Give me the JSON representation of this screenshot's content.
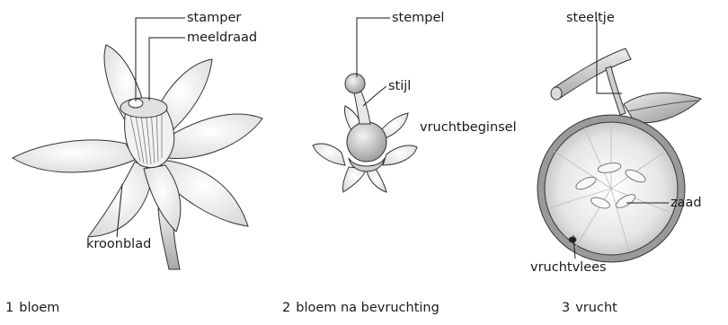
{
  "panels": [
    {
      "number": "1",
      "caption": "bloem",
      "labels": {
        "stamper": "stamper",
        "meeldraad": "meeldraad",
        "kroonblad": "kroonblad"
      }
    },
    {
      "number": "2",
      "caption": "bloem na bevruchting",
      "labels": {
        "stempel": "stempel",
        "stijl": "stijl",
        "vruchtbeginsel": "vruchtbeginsel"
      }
    },
    {
      "number": "3",
      "caption": "vrucht",
      "labels": {
        "steeltje": "steeltje",
        "zaad": "zaad",
        "vruchtvlees": "vruchtvlees"
      }
    }
  ]
}
